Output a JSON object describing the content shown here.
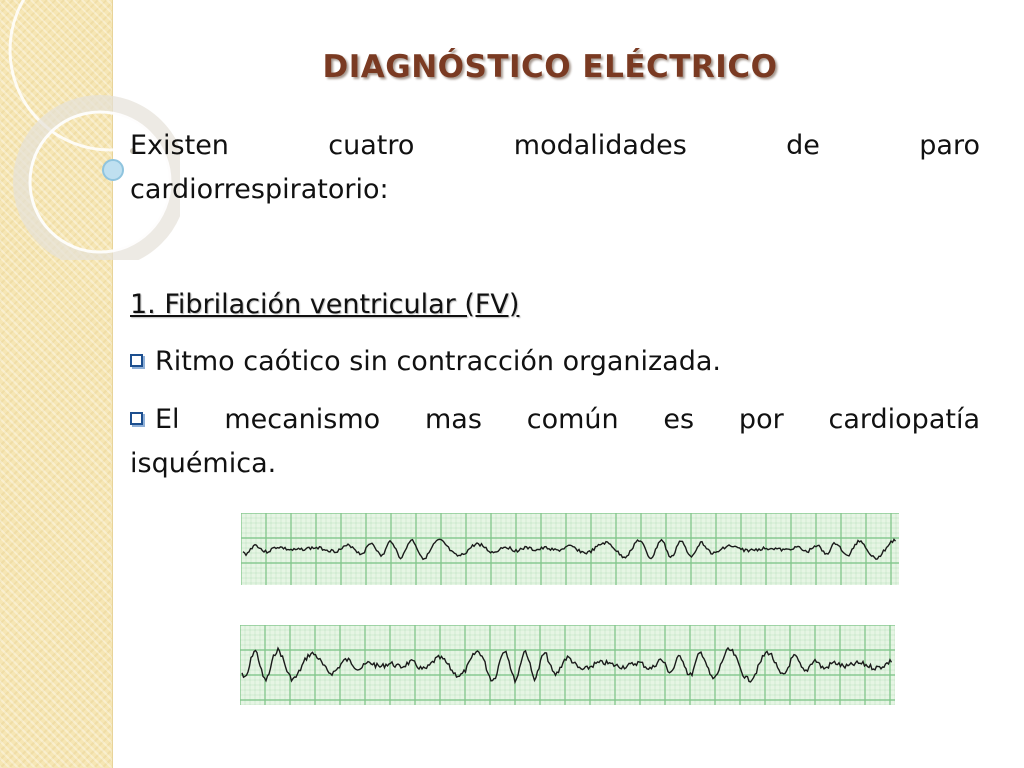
{
  "slide": {
    "title": "DIAGNÓSTICO ELÉCTRICO",
    "intro": {
      "line1": "Existen cuatro modalidades de paro",
      "line2": "cardiorrespiratorio:"
    },
    "section_heading": "1. Fibrilación ventricular (FV)",
    "bullets": [
      {
        "icon": "square-bullet-icon",
        "text": "Ritmo caótico sin contracción organizada."
      },
      {
        "icon": "square-bullet-icon",
        "line1": "El mecanismo mas común es por cardiopatía",
        "line2": "isquémica."
      }
    ],
    "ecg_strips": [
      {
        "name": "ecg-strip-fine-vf",
        "grid_color": "#7fc58a",
        "paper_color": "#e6f5e4"
      },
      {
        "name": "ecg-strip-coarse-vf",
        "grid_color": "#7fc58a",
        "paper_color": "#e6f5e4"
      }
    ]
  },
  "colors": {
    "title": "#7a3a22",
    "side_strip": "#f6e6b4",
    "bullet_box": "#1d4f8f"
  }
}
